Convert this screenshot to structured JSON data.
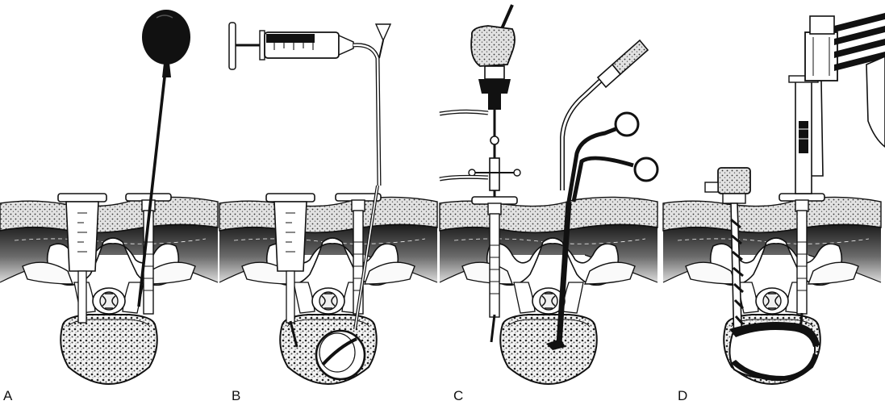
{
  "figure": {
    "panels": [
      {
        "id": "A",
        "label": "A"
      },
      {
        "id": "B",
        "label": "B"
      },
      {
        "id": "C",
        "label": "C"
      },
      {
        "id": "D",
        "label": "D"
      }
    ]
  }
}
